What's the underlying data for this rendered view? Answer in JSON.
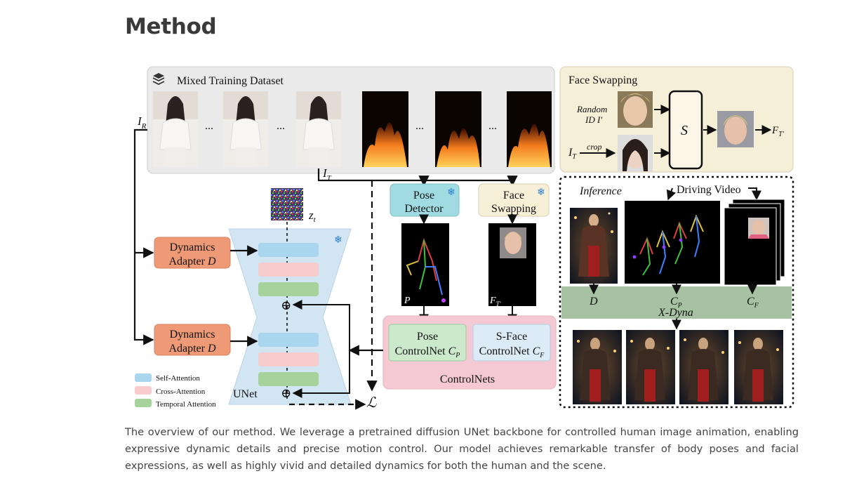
{
  "page": {
    "heading": "Method",
    "caption": "The overview of our method. We leverage a pretrained diffusion UNet backbone for controlled human image animation, enabling expressive dynamic details and precise motion control. Our model achieves remarkable transfer of body poses and facial expressions, as well as highly vivid and detailed dynamics for both the human and the scene."
  },
  "diagram": {
    "dataset_title": "Mixed Training Dataset",
    "ellipsis": "...",
    "label_ir": "I",
    "label_ir_sub": "R",
    "label_it": "I",
    "label_it_sub": "T",
    "face_swap_panel_title": "Face Swapping",
    "random_id_line1": "Random",
    "random_id_line2": "ID I'",
    "crop": "crop",
    "swap_s": "S",
    "out_f": "F",
    "out_f_sub": "T'",
    "in_it": "I",
    "in_it_sub": "T",
    "zt": "z",
    "zt_sub": "t",
    "pose_detector_line1": "Pose",
    "pose_detector_line2": "Detector",
    "face_swapping_line1": "Face",
    "face_swapping_line2": "Swapping",
    "p_label": "P",
    "f_label": "F",
    "f_label_sub": "T'",
    "dyn_adapter_line1": "Dynamics",
    "dyn_adapter_line2": "Adapter",
    "dyn_adapter_sym": "D",
    "pose_cn_line1": "Pose",
    "pose_cn_line2": "ControlNet",
    "pose_cn_sym": "C",
    "pose_cn_sub": "P",
    "sface_cn_line1": "S-Face",
    "sface_cn_line2": "ControlNet",
    "sface_cn_sym": "C",
    "sface_cn_sub": "F",
    "controlnets": "ControlNets",
    "unet": "UNet",
    "loss": "ℒ",
    "plus": "⊕",
    "inference": "Inference",
    "driving_video": "Driving Video",
    "inf_d": "D",
    "inf_cp": "C",
    "inf_cp_sub": "P",
    "inf_cf": "C",
    "inf_cf_sub": "F",
    "xdyna": "X-Dyna",
    "legend": [
      {
        "label": "Self-Attention",
        "color": "#a9d6ee"
      },
      {
        "label": "Cross-Attention",
        "color": "#f8cccc"
      },
      {
        "label": "Temporal Attention",
        "color": "#a5d39b"
      }
    ]
  },
  "colors": {
    "dataset_bg": "#eaeaea",
    "face_panel_bg": "#f5efd8",
    "adapter": "#ef9a76",
    "pose_detector": "#9fdbe0",
    "face_swap_box": "#f7efd6",
    "pose_cn": "#cce9cc",
    "sface_cn": "#dcebf6",
    "controlnets_bg": "#f4c9d4",
    "unet_bg": "#d2e5f3",
    "xdyna_band": "#a7c2a2",
    "snowflake": "#2a7fd6"
  }
}
